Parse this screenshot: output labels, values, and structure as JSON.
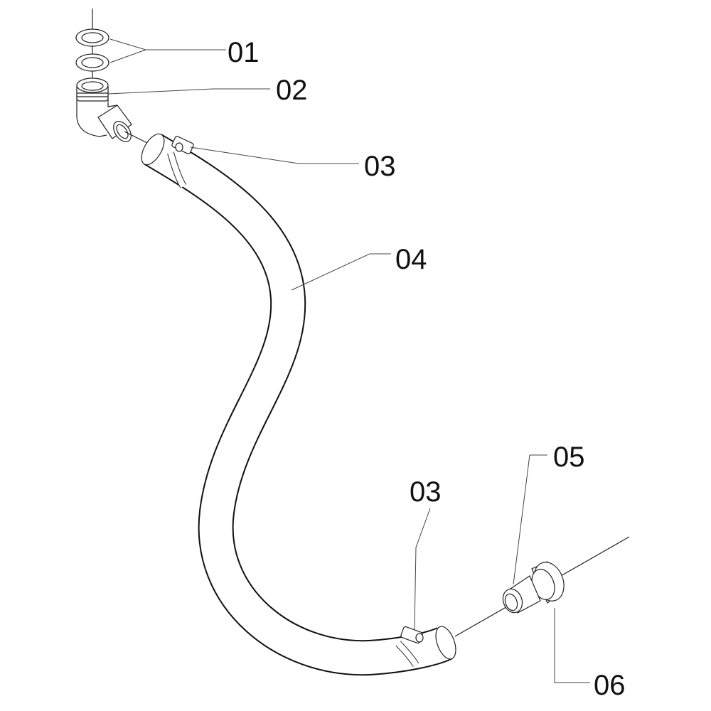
{
  "colors": {
    "line": "#222222",
    "background": "#ffffff"
  },
  "callouts": [
    {
      "id": "01",
      "label": "01"
    },
    {
      "id": "02",
      "label": "02"
    },
    {
      "id": "03a",
      "label": "03"
    },
    {
      "id": "04",
      "label": "04"
    },
    {
      "id": "05",
      "label": "05"
    },
    {
      "id": "03b",
      "label": "03"
    },
    {
      "id": "06",
      "label": "06"
    }
  ]
}
